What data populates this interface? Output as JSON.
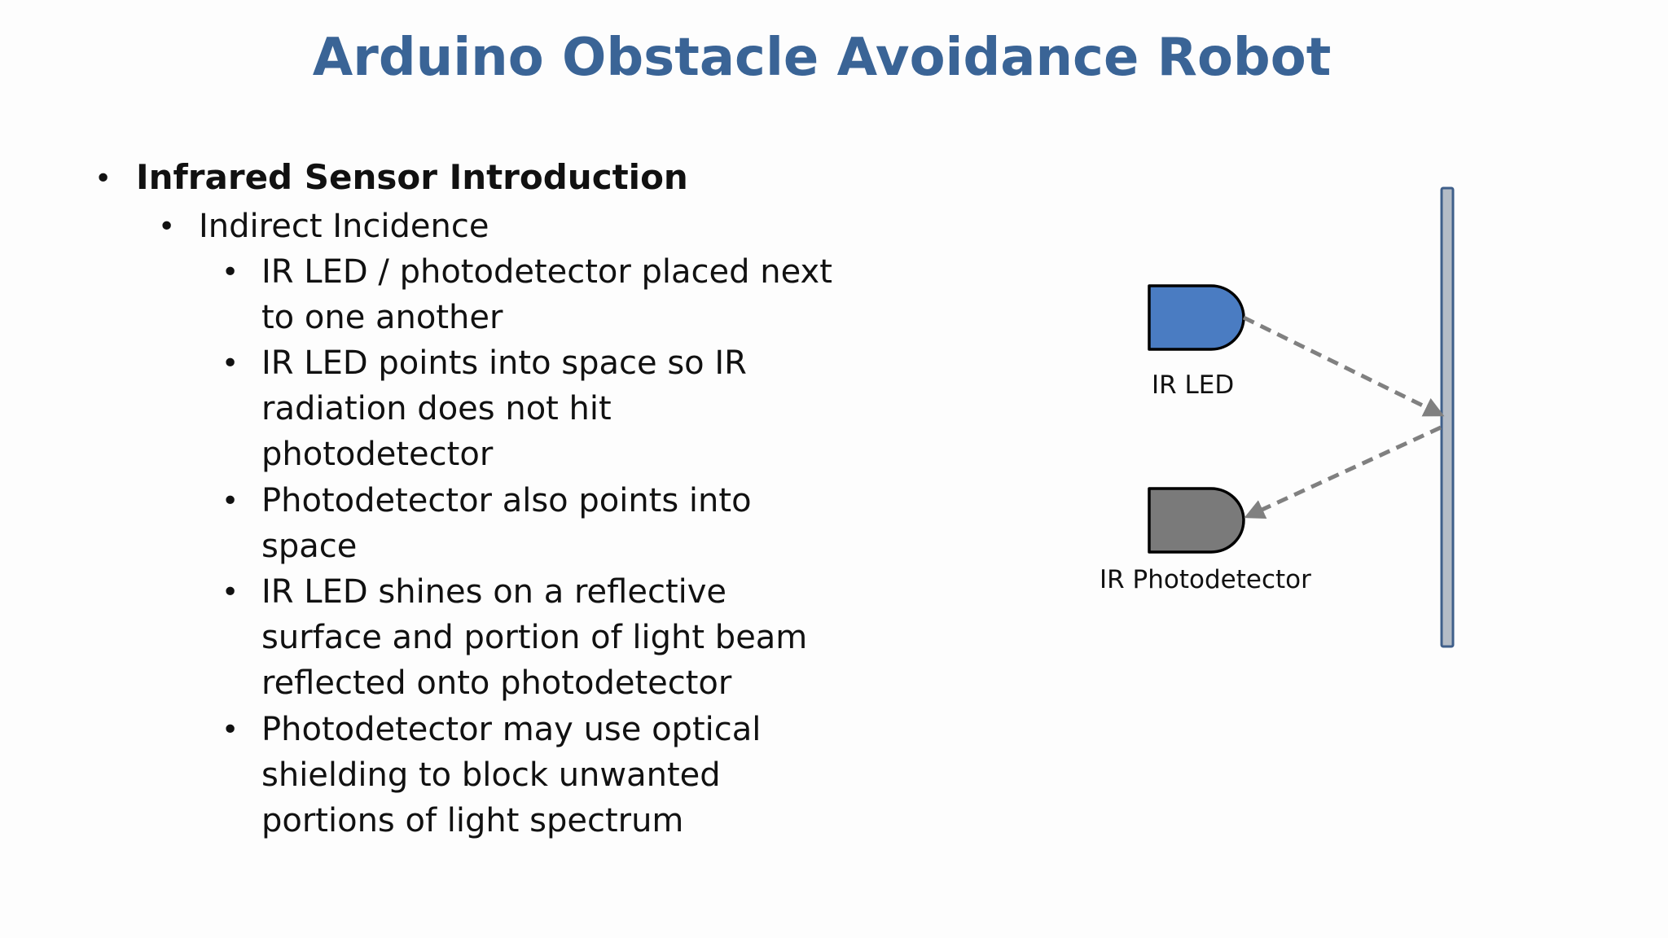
{
  "slide": {
    "title": "Arduino Obstacle Avoidance Robot",
    "heading": "Infrared Sensor Introduction",
    "subheading": "Indirect Incidence",
    "points": [
      [
        "IR LED / photodetector placed next",
        "to one another"
      ],
      [
        "IR LED points into space so IR",
        "radiation does not hit",
        "photodetector"
      ],
      [
        "Photodetector also points into",
        "space"
      ],
      [
        "IR LED shines on a reflective",
        "surface and portion of light beam",
        "reflected onto photodetector"
      ],
      [
        "Photodetector may use optical",
        "shielding to block unwanted",
        "portions of light spectrum"
      ]
    ]
  },
  "diagram": {
    "led_label": "IR LED",
    "detector_label": "IR Photodetector",
    "colors": {
      "led": "#4a7cc2",
      "detector": "#7a7a7a",
      "surface": "#b4bcc6",
      "surface_border": "#3f5f8a",
      "beam": "#808080"
    }
  }
}
